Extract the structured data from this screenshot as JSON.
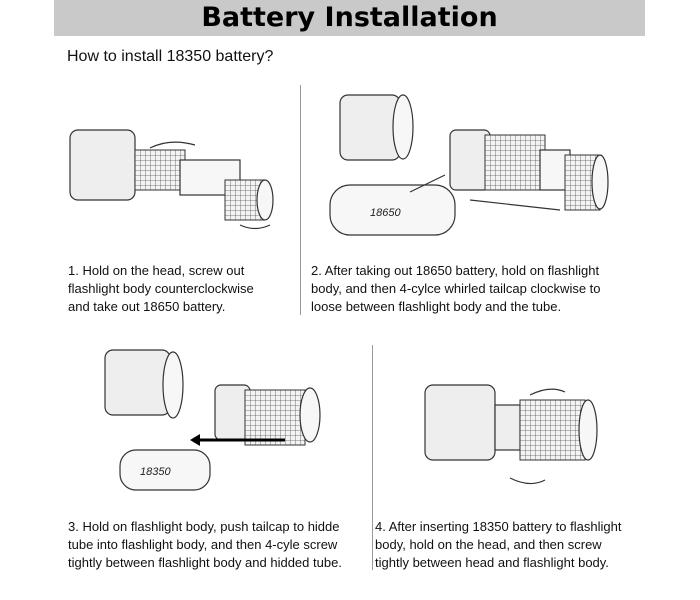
{
  "header": {
    "title": "Battery Installation"
  },
  "subtitle": "How to install 18350 battery?",
  "steps": [
    {
      "text": "1. Hold on the head, screw out\nflashlight body counterclockwise\nand take out 18650 battery."
    },
    {
      "text": "2. After taking out 18650 battery, hold on flashlight\nbody, and then 4-cylce whirled tailcap clockwise to\nloose between flashlight body and the tube."
    },
    {
      "text": "3. Hold on flashlight body, push tailcap to hidde\ntube into flashlight body, and then 4-cyle screw\ntightly between flashlight body and hidded tube."
    },
    {
      "text": "4. After inserting 18350 battery to flashlight\nbody, hold on the head, and then screw\ntightly between head and flashlight body."
    }
  ],
  "battery_labels": {
    "large": "18650",
    "small": "18350"
  }
}
